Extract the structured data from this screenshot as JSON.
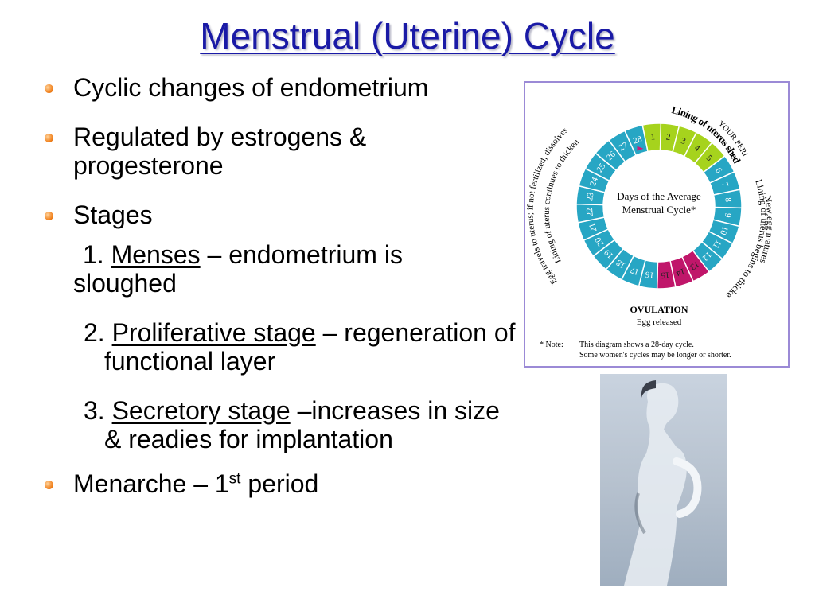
{
  "title": "Menstrual (Uterine) Cycle",
  "bullets": [
    "Cyclic changes of endometrium",
    "Regulated by estrogens & progesterone",
    "Stages"
  ],
  "stages": [
    {
      "num": "1.",
      "name": "Menses",
      "desc": "– endometrium is",
      "desc2": "sloughed"
    },
    {
      "num": "2.",
      "name": "Proliferative stage",
      "desc": "– regeneration of functional layer"
    },
    {
      "num": "3.",
      "name": "Secretory stage",
      "desc": "–increases in size & readies for implantation"
    }
  ],
  "last_bullet": {
    "text": "Menarche – 1",
    "sup": "st",
    "tail": " period"
  },
  "diagram": {
    "center_line1": "Days of the Average",
    "center_line2": "Menstrual Cycle*",
    "your_period": "YOUR PERIOD",
    "arc_period": "Lining of uterus sheds",
    "arc_lining": "Lining of uterus begins to thicken",
    "arc_newegg": "New egg matures",
    "arc_egg_travel": "Egg travels to uterus; if not fertilized, dissolves",
    "arc_lining_cont": "Lining of uterus continues to thicken",
    "ovulation": "OVULATION",
    "egg_released": "Egg released",
    "note_label": "* Note:",
    "note_line1": "This diagram shows a 28-day cycle.",
    "note_line2": "Some women's cycles may be longer or shorter.",
    "days": [
      "1",
      "2",
      "3",
      "4",
      "5",
      "6",
      "7",
      "8",
      "9",
      "10",
      "11",
      "12",
      "13",
      "14",
      "15",
      "16",
      "17",
      "18",
      "19",
      "20",
      "21",
      "22",
      "23",
      "24",
      "25",
      "26",
      "27",
      "28"
    ],
    "colors": {
      "period": "#a6d31d",
      "ovulation": "#c0166a",
      "normal": "#27a6c4"
    }
  },
  "photo": {
    "icon": "woman-silhouette-photo"
  }
}
